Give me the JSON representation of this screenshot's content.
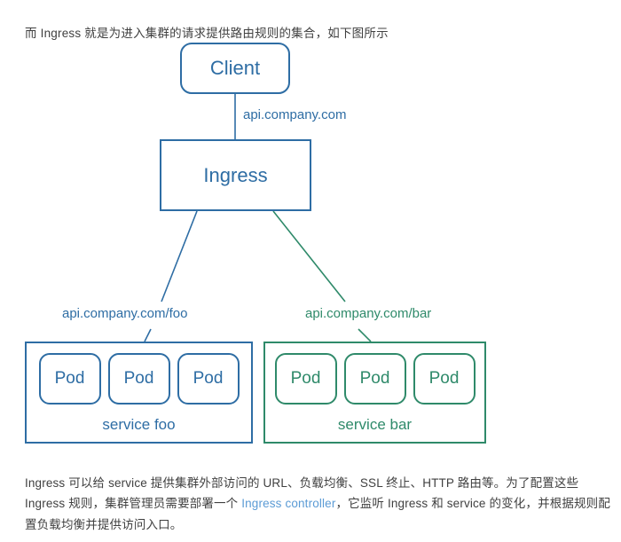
{
  "intro": {
    "text": "而 Ingress 就是为进入集群的请求提供路由规则的集合，如下图所示"
  },
  "diagram": {
    "title": "ingress-routing-diagram",
    "colors": {
      "blue": "#2e6da4",
      "green": "#2f8a6a",
      "link": "#5b9bd5"
    },
    "client": {
      "label": "Client"
    },
    "ingress": {
      "label": "Ingress"
    },
    "edges": {
      "client_to_ingress": "api.company.com",
      "ingress_to_foo": "api.company.com/foo",
      "ingress_to_bar": "api.company.com/bar"
    },
    "services": [
      {
        "name": "service foo",
        "color": "#2e6da4",
        "pods": [
          "Pod",
          "Pod",
          "Pod"
        ]
      },
      {
        "name": "service bar",
        "color": "#2f8a6a",
        "pods": [
          "Pod",
          "Pod",
          "Pod"
        ]
      }
    ]
  },
  "outro": {
    "part1": "Ingress 可以给 service 提供集群外部访问的 URL、负载均衡、SSL 终止、HTTP 路由等。为了配置这些 Ingress 规则，集群管理员需要部署一个 ",
    "link": "Ingress controller",
    "part2": "，它监听 Ingress 和 service 的变化，并根据规则配置负载均衡并提供访问入口。"
  }
}
